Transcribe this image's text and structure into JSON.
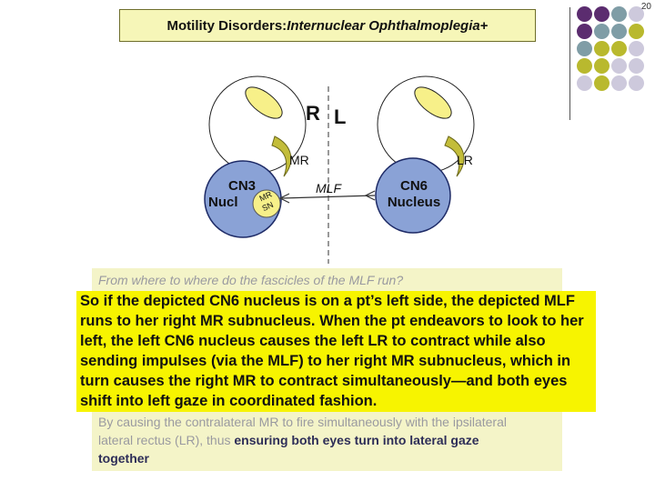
{
  "slide_number": "20",
  "title": {
    "prefix": "Motility Disorders: ",
    "italic": "Internuclear Ophthalmoplegia",
    "suffix": "+"
  },
  "colors": {
    "purple": "#5b2c6f",
    "teal": "#7f9da6",
    "olive": "#b9b92e",
    "lavender": "#cdc9dc",
    "title_bg": "#f6f6b8",
    "highlight": "#f7f400",
    "content_bg": "#f4f4c8"
  },
  "decor_dots": [
    [
      "purple",
      "purple",
      "teal",
      "lavender"
    ],
    [
      "purple",
      "teal",
      "teal",
      "olive"
    ],
    [
      "teal",
      "olive",
      "olive",
      "lavender"
    ],
    [
      "olive",
      "olive",
      "lavender",
      "lavender"
    ],
    [
      "lavender",
      "olive",
      "lavender",
      "lavender"
    ]
  ],
  "diagram": {
    "r_label": "R",
    "l_label": "L",
    "mr_label": "MR",
    "lr_label": "LR",
    "mlf_label": "MLF",
    "cn3": {
      "line1": "CN3",
      "line2": "Nucl",
      "sub_mr": "MR",
      "sub_sn": "SN"
    },
    "cn6": {
      "line1": "CN6",
      "line2": "Nucleus"
    }
  },
  "faded_question": "From where to where do the fascicles of the MLF run?",
  "overlay_text": "So if the depicted CN6 nucleus is on a pt’s left side, the depicted MLF runs to her right MR subnucleus. When the pt endeavors to look to her left, the left CN6 nucleus causes the left LR to contract while also sending impulses (via the MLF) to her right MR subnucleus, which in turn causes the right MR to contract simultaneously—and both eyes shift into left gaze in coordinated fashion.",
  "faded_answer": {
    "text": "By causing the contralateral MR to fire simultaneously with the ipsilateral lateral rectus (LR), thus ",
    "highlight": "ensuring both eyes turn into lateral gaze together"
  }
}
